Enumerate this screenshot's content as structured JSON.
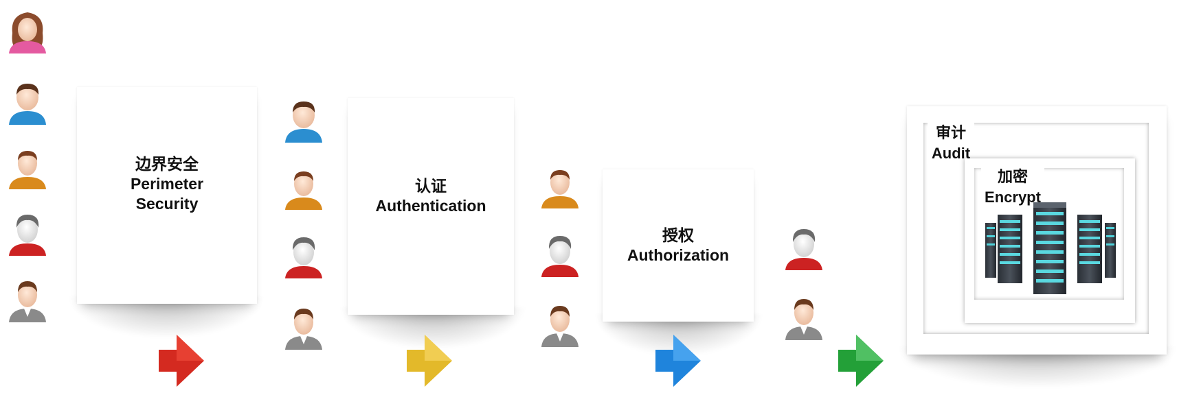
{
  "stages": [
    {
      "zh": "边界安全",
      "en_line1": "Perimeter",
      "en_line2": "Security"
    },
    {
      "zh": "认证",
      "en": "Authentication"
    },
    {
      "zh": "授权",
      "en": "Authorization"
    }
  ],
  "core": {
    "audit": {
      "zh": "审计",
      "en": "Audit"
    },
    "encrypt": {
      "zh": "加密",
      "en": "Encrypt"
    }
  },
  "colors": {
    "arrow_1": "#d42a20",
    "arrow_2": "#e3b92a",
    "arrow_3": "#1f84dc",
    "arrow_4": "#23a038",
    "shirt_pink": "#e45aa0",
    "shirt_blue": "#2b8ed0",
    "shirt_orange": "#d98a1c",
    "shirt_red": "#cc2222",
    "suit_gray": "#8a8a8a"
  },
  "icons": {
    "user": "person-avatar-icon",
    "arrow": "right-arrow-icon",
    "server": "server-rack-icon"
  }
}
